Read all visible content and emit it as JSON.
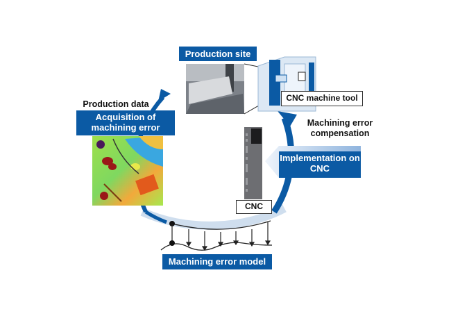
{
  "labels": {
    "production_site": "Production site",
    "cnc_machine_tool": "CNC machine tool",
    "production_data": "Production data",
    "acquisition": "Acquisition of machining error",
    "compensation": "Machining error compensation",
    "implementation": "Implementation on CNC",
    "cnc": "CNC",
    "error_model": "Machining error model"
  },
  "colors": {
    "primary_blue": "#0b5aa4",
    "light_blue": "#a9c8e8",
    "ring_light": "#cfdeee"
  }
}
